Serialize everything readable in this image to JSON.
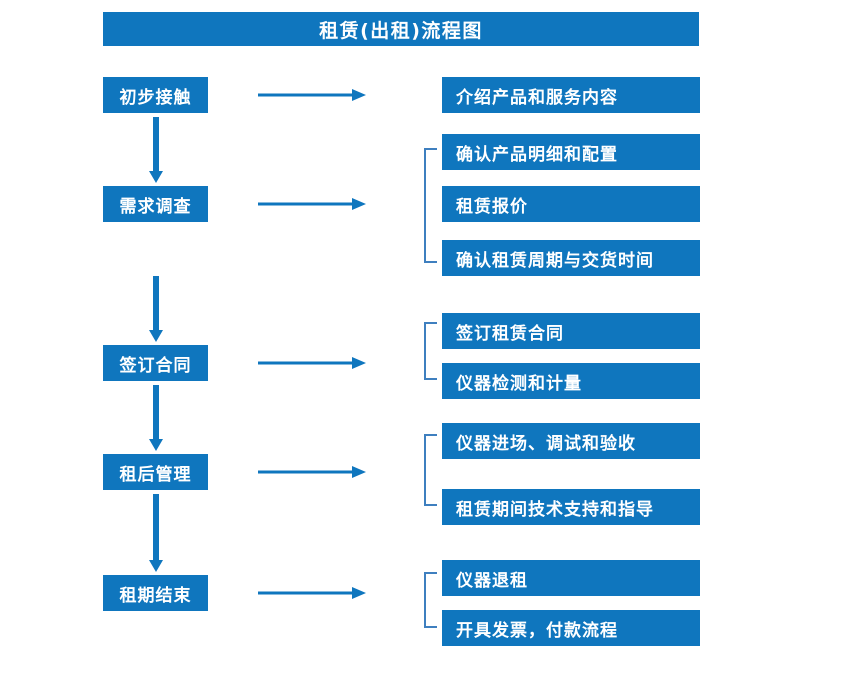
{
  "diagram": {
    "title": "租赁(出租)流程图",
    "colors": {
      "box_fill": "#0F76BE",
      "box_text": "#FFFFFF",
      "arrow": "#0F76BE",
      "bracket": "#3E7FBF",
      "background": "#FFFFFF"
    },
    "stages": [
      {
        "id": "stage-1",
        "label": "初步接触"
      },
      {
        "id": "stage-2",
        "label": "需求调查"
      },
      {
        "id": "stage-3",
        "label": "签订合同"
      },
      {
        "id": "stage-4",
        "label": "租后管理"
      },
      {
        "id": "stage-5",
        "label": "租期结束"
      }
    ],
    "details": [
      {
        "id": "detail-1-1",
        "label": "介绍产品和服务内容",
        "stage": "stage-1"
      },
      {
        "id": "detail-2-1",
        "label": "确认产品明细和配置",
        "stage": "stage-2"
      },
      {
        "id": "detail-2-2",
        "label": "租赁报价",
        "stage": "stage-2"
      },
      {
        "id": "detail-2-3",
        "label": "确认租赁周期与交货时间",
        "stage": "stage-2"
      },
      {
        "id": "detail-3-1",
        "label": "签订租赁合同",
        "stage": "stage-3"
      },
      {
        "id": "detail-3-2",
        "label": "仪器检测和计量",
        "stage": "stage-3"
      },
      {
        "id": "detail-4-1",
        "label": "仪器进场、调试和验收",
        "stage": "stage-4"
      },
      {
        "id": "detail-4-2",
        "label": "租赁期间技术支持和指导",
        "stage": "stage-4"
      },
      {
        "id": "detail-5-1",
        "label": "仪器退租",
        "stage": "stage-5"
      },
      {
        "id": "detail-5-2",
        "label": "开具发票，付款流程",
        "stage": "stage-5"
      }
    ],
    "connectors": {
      "horizontal_arrow_count": 5,
      "vertical_arrow_count": 4,
      "bracket_count": 4
    }
  }
}
